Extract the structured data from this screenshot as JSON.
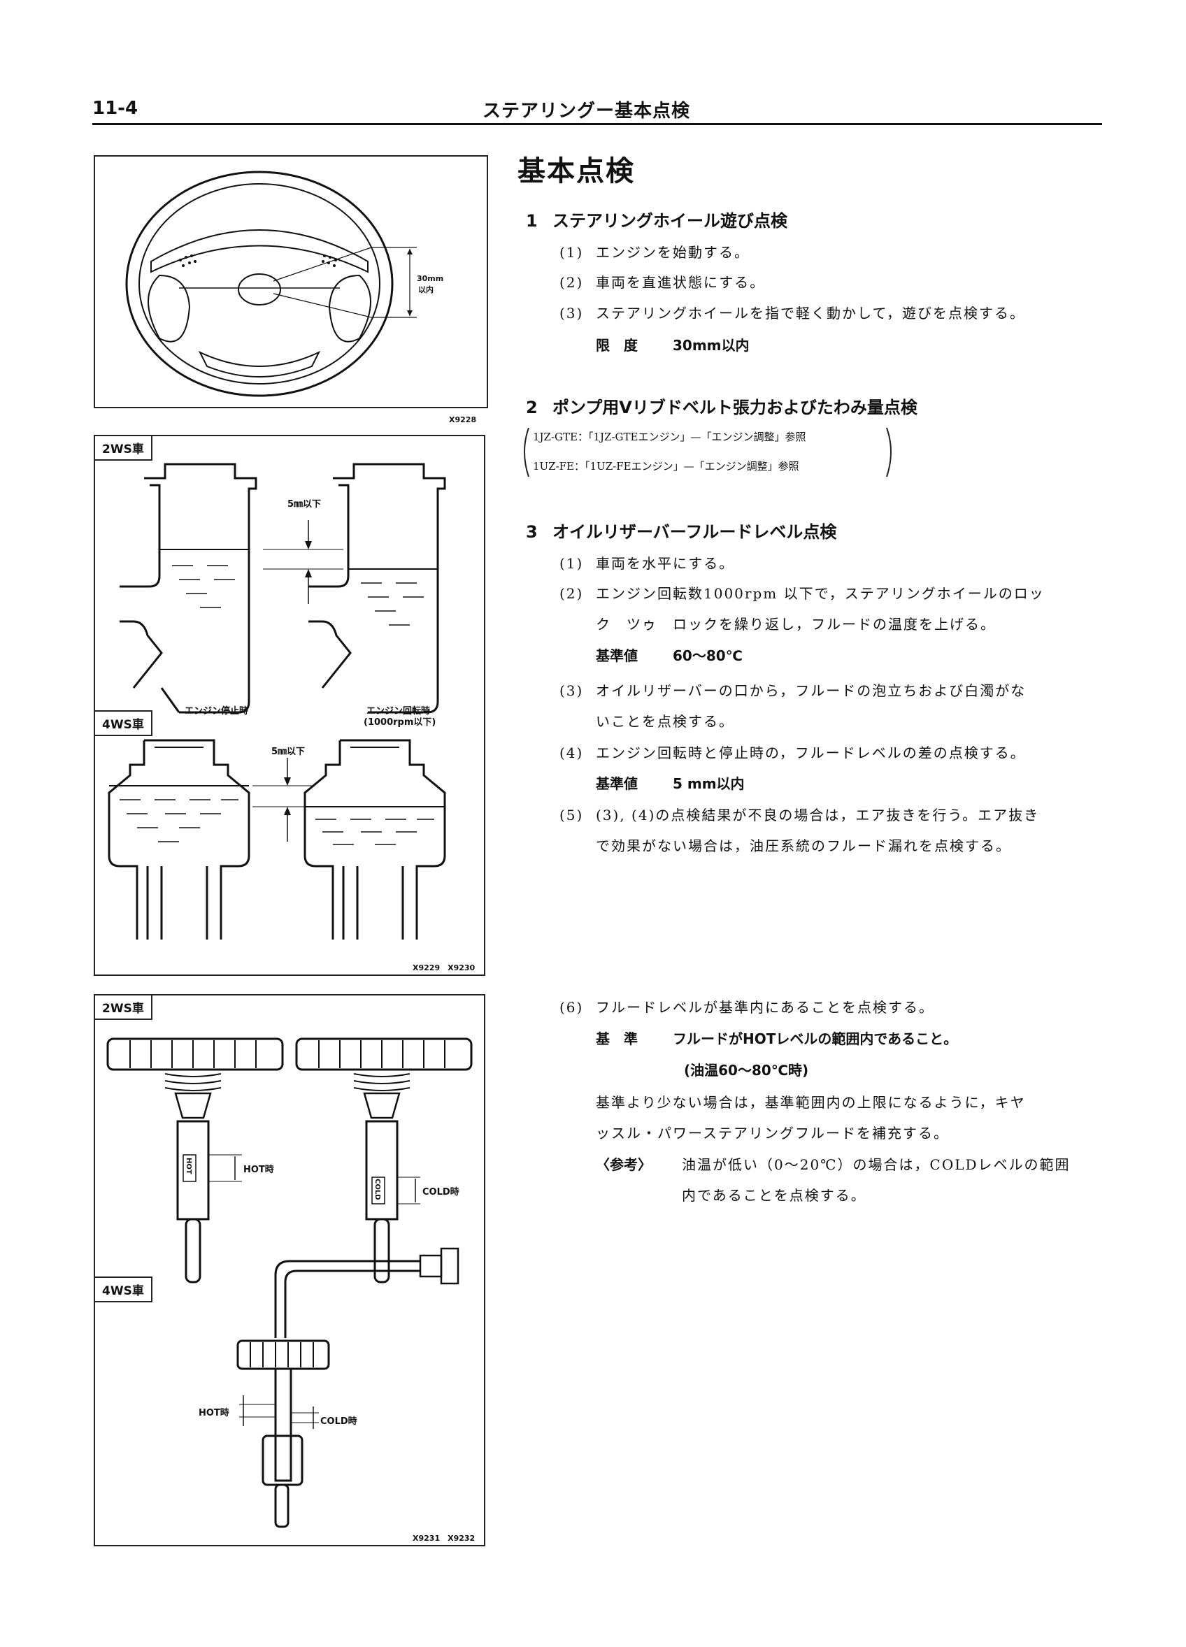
{
  "header": {
    "page_number": "11-4",
    "title": "ステアリングー基本点検"
  },
  "main_title": "基本点検",
  "sections": {
    "s1": {
      "num": "1",
      "title": "ステアリングホイール遊び点検",
      "items": [
        {
          "num": "(1)",
          "text": "エンジンを始動する。"
        },
        {
          "num": "(2)",
          "text": "車両を直進状態にする。"
        },
        {
          "num": "(3)",
          "text": "ステアリングホイールを指で軽く動かして，遊びを点検する。"
        }
      ],
      "limit_label": "限　度",
      "limit_value": "30mm以内"
    },
    "s2": {
      "num": "2",
      "title": "ポンプ用Vリブドベルト張力およびたわみ量点検",
      "refs": [
        "1JZ-GTE：「1JZ-GTEエンジン」—「エンジン調整」参照",
        "1UZ-FE：「1UZ-FEエンジン」—「エンジン調整」参照"
      ]
    },
    "s3": {
      "num": "3",
      "title": "オイルリザーバーフルードレベル点検",
      "i1": {
        "num": "(1)",
        "text": "車両を水平にする。"
      },
      "i2": {
        "num": "(2)",
        "line1": "エンジン回転数1000rpm 以下で，ステアリングホイールのロッ",
        "line2": "ク　ツゥ　ロックを繰り返し，フルードの温度を上げる。"
      },
      "std2_label": "基準値",
      "std2_value": "60～80℃",
      "i3": {
        "num": "(3)",
        "line1": "オイルリザーバーの口から，フルードの泡立ちおよび白濁がな",
        "line2": "いことを点検する。"
      },
      "i4": {
        "num": "(4)",
        "text": "エンジン回転時と停止時の，フルードレベルの差の点検する。"
      },
      "std4_label": "基準値",
      "std4_value": "5 mm以内",
      "i5": {
        "num": "(5)",
        "line1": "(3), (4)の点検結果が不良の場合は，エア抜きを行う。エア抜き",
        "line2": "で効果がない場合は，油圧系統のフルード漏れを点検する。"
      },
      "i6": {
        "num": "(6)",
        "text": "フルードレベルが基準内にあることを点検する。"
      },
      "std6_label": "基　準",
      "std6_value": "フルードがHOTレベルの範囲内であること。",
      "std6_sub": "(油温60～80℃時)",
      "para1": "基準より少ない場合は，基準範囲内の上限になるように，キヤ",
      "para2": "ッスル・パワーステアリングフルードを補充する。",
      "ref_label": "〈参考〉",
      "ref1": "油温が低い（0～20℃）の場合は，COLDレベルの範囲",
      "ref2": "内であることを点検する。"
    }
  },
  "fig1": {
    "dim_value": "30mm",
    "dim_unit": "以内",
    "code": "X9228"
  },
  "fig2": {
    "tag_2ws": "2WS車",
    "tag_4ws": "4WS車",
    "dim_top": "5㎜以下",
    "dim_bottom": "5㎜以下",
    "cap_stop": "エンジン停止時",
    "cap_run_1": "エンジン回転時",
    "cap_run_2": "(1000rpm以下)",
    "code": "X9229　X9230"
  },
  "fig3": {
    "tag_2ws": "2WS車",
    "tag_4ws": "4WS車",
    "hot": "HOT時",
    "cold": "COLD時",
    "hot_4ws": "HOT時",
    "cold_4ws": "COLD時",
    "stick_hot": "HOT",
    "stick_cold": "COLD",
    "code": "X9231　X9232"
  }
}
